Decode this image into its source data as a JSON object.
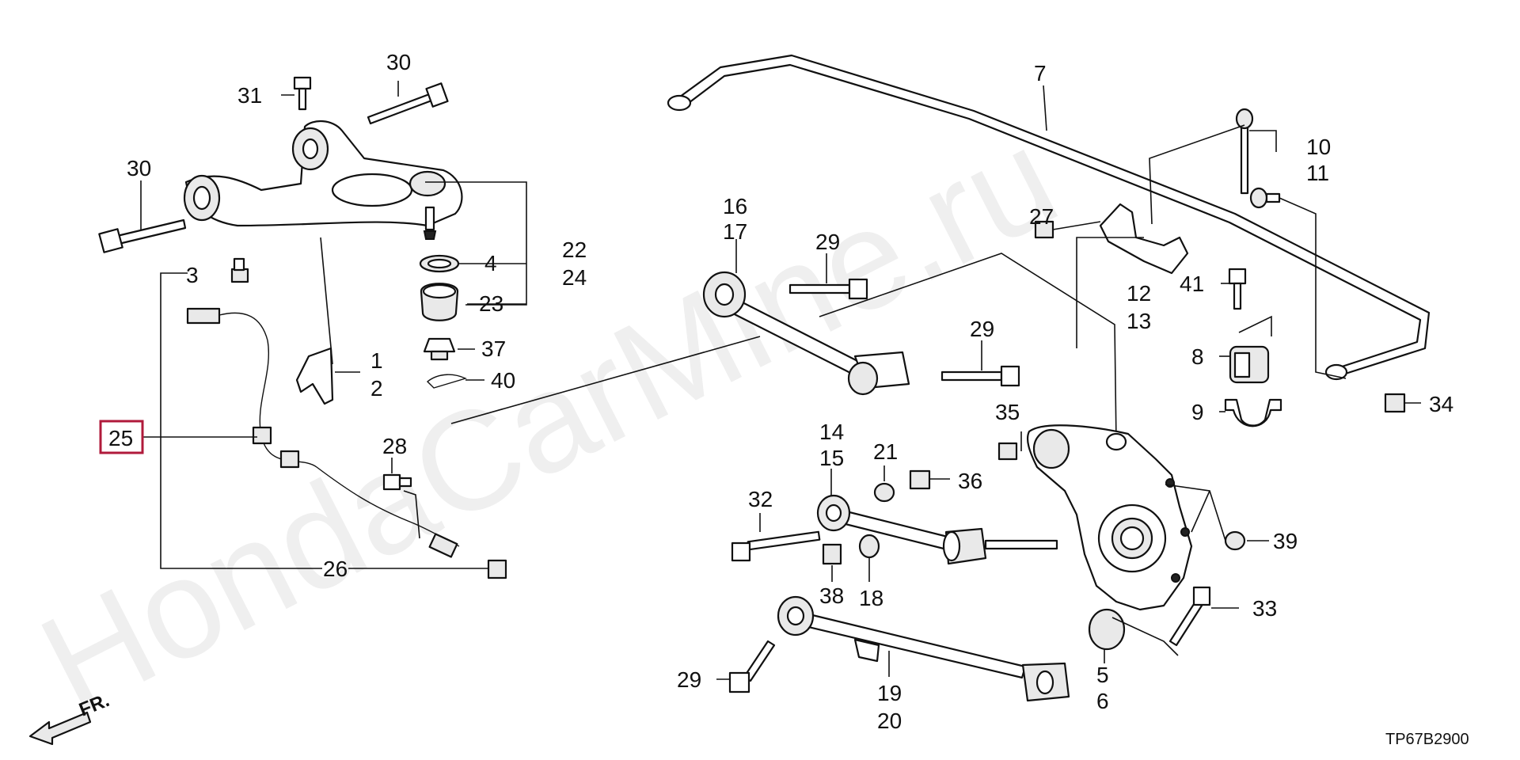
{
  "diagram": {
    "watermark": "HondaCarMine.ru",
    "code": "TP67B2900",
    "direction_label": "FR.",
    "highlighted_part": "25",
    "callouts": {
      "c30a": "30",
      "c31": "31",
      "c30b": "30",
      "c22": "22",
      "c24": "24",
      "c4": "4",
      "c23": "23",
      "c37": "37",
      "c40": "40",
      "c1": "1",
      "c2": "2",
      "c3": "3",
      "c25": "25",
      "c26": "26",
      "c28": "28",
      "c7": "7",
      "c10": "10",
      "c11": "11",
      "c27": "27",
      "c12": "12",
      "c13": "13",
      "c16": "16",
      "c17": "17",
      "c29a": "29",
      "c29b": "29",
      "c41": "41",
      "c8": "8",
      "c9": "9",
      "c34": "34",
      "c35": "35",
      "c14": "14",
      "c15": "15",
      "c21": "21",
      "c36": "36",
      "c32": "32",
      "c38": "38",
      "c18": "18",
      "c39": "39",
      "c33": "33",
      "c29c": "29",
      "c19": "19",
      "c20": "20",
      "c5": "5",
      "c6": "6"
    }
  }
}
